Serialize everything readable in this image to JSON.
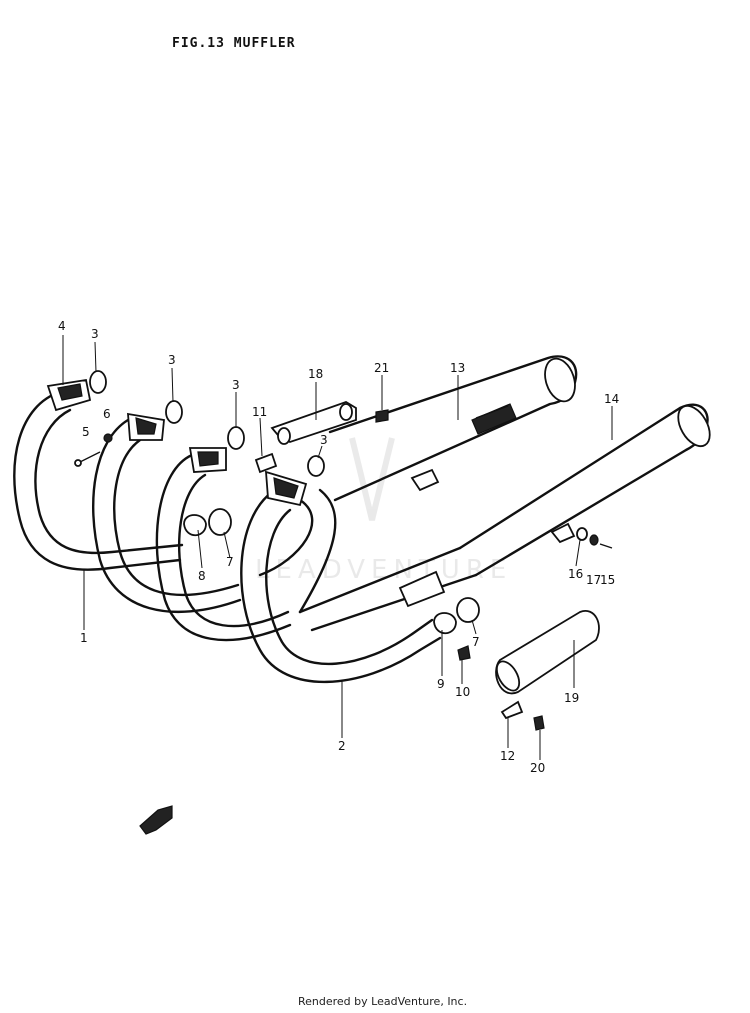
{
  "title": "FIG.13  MUFFLER",
  "footer": "Rendered by LeadVenture, Inc.",
  "watermark_text": "LEADVENTURE",
  "callouts": [
    {
      "id": "c4a",
      "label": "4"
    },
    {
      "id": "c3a",
      "label": "3"
    },
    {
      "id": "c3b",
      "label": "3"
    },
    {
      "id": "c3c",
      "label": "3"
    },
    {
      "id": "c3d",
      "label": "3"
    },
    {
      "id": "c5",
      "label": "5"
    },
    {
      "id": "c6",
      "label": "6"
    },
    {
      "id": "c11",
      "label": "11"
    },
    {
      "id": "c18",
      "label": "18"
    },
    {
      "id": "c21",
      "label": "21"
    },
    {
      "id": "c13",
      "label": "13"
    },
    {
      "id": "c14",
      "label": "14"
    },
    {
      "id": "c8",
      "label": "8"
    },
    {
      "id": "c7a",
      "label": "7"
    },
    {
      "id": "c7b",
      "label": "7"
    },
    {
      "id": "c1",
      "label": "1"
    },
    {
      "id": "c2",
      "label": "2"
    },
    {
      "id": "c9",
      "label": "9"
    },
    {
      "id": "c10",
      "label": "10"
    },
    {
      "id": "c16",
      "label": "16"
    },
    {
      "id": "c17",
      "label": "17"
    },
    {
      "id": "c15",
      "label": "15"
    },
    {
      "id": "c19",
      "label": "19"
    },
    {
      "id": "c12",
      "label": "12"
    },
    {
      "id": "c20",
      "label": "20"
    }
  ]
}
